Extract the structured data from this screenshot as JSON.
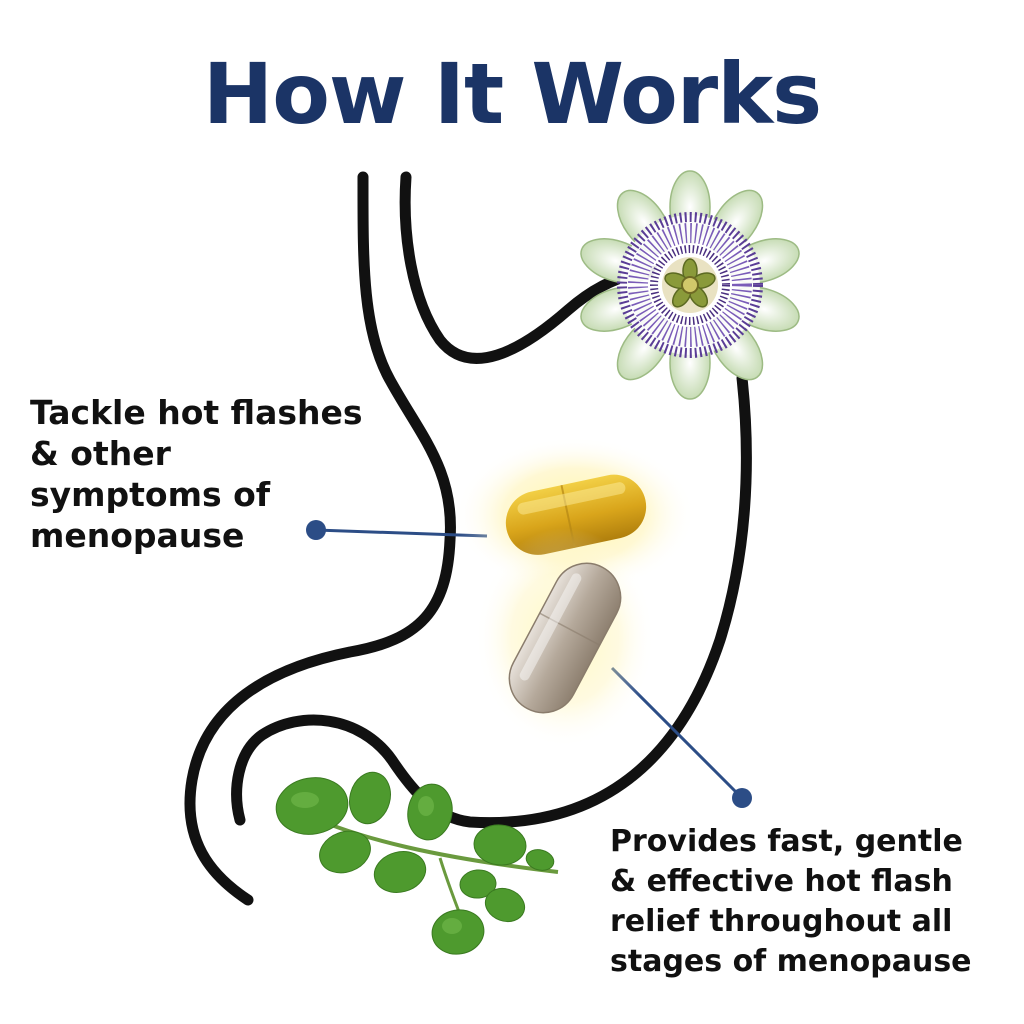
{
  "title": "How It Works",
  "callouts": {
    "left": {
      "lines": [
        "Tackle hot flashes",
        "& other",
        "symptoms of",
        "menopause"
      ]
    },
    "right": {
      "lines": [
        "Provides fast, gentle",
        "& effective hot flash",
        "relief throughout all",
        "stages of menopause"
      ]
    }
  },
  "colors": {
    "title_navy": "#1b3466",
    "connector_blue": "#2c4d86",
    "outline": "#111111",
    "capsule_gold": "#d4a21a",
    "capsule_glow": "#fff3a8",
    "leaf_green": "#4e9a2e",
    "flower_purple": "#5a3d96"
  },
  "icons": [
    "passion-flower-icon",
    "moringa-leaves-icon",
    "yellow-capsule-icon",
    "clear-herbal-capsule-icon",
    "stomach-outline-icon"
  ]
}
